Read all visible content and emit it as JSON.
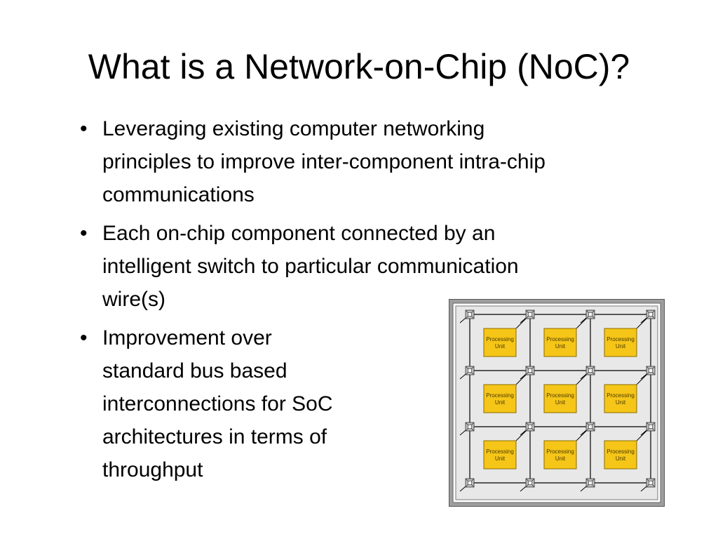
{
  "slide": {
    "title": "What is a Network-on-Chip (NoC)?",
    "bullets": [
      {
        "symbol": "•",
        "lines": [
          "Leveraging existing computer networking",
          "principles to improve inter-component intra-chip",
          "communications"
        ]
      },
      {
        "symbol": "•",
        "lines": [
          "Each on-chip component connected by an",
          "intelligent switch to particular communication",
          "wire(s)"
        ]
      },
      {
        "symbol": "•",
        "lines": [
          "Improvement over",
          "standard bus based",
          "interconnections for SoC",
          "architectures in terms of",
          "throughput"
        ]
      }
    ]
  },
  "diagram": {
    "rows": 3,
    "cols": 3,
    "processing_unit_label": [
      "Processing",
      "Unit"
    ],
    "colors": {
      "frame_outer": "#9e9e9e",
      "frame_inner": "#e8e8e8",
      "pu_fill": "#f5c518",
      "pu_stroke": "#8a6d00",
      "wire": "#000000",
      "router": "#bdbdbd"
    }
  }
}
